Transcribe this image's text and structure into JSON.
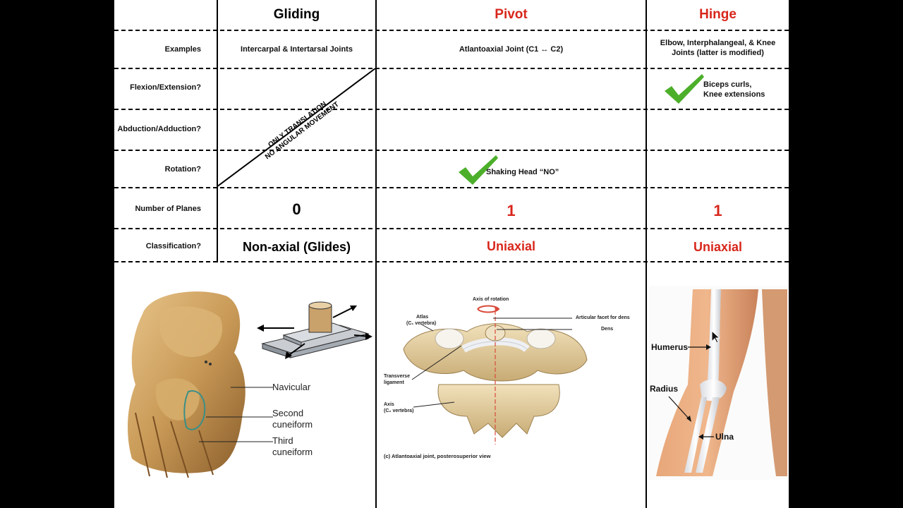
{
  "headers": {
    "gliding": "Gliding",
    "pivot": "Pivot",
    "hinge": "Hinge"
  },
  "row_labels": {
    "examples": "Examples",
    "flexion": "Flexion/Extension?",
    "abduction": "Abduction/Adduction?",
    "rotation": "Rotation?",
    "planes": "Number of Planes",
    "classification": "Classification?"
  },
  "examples": {
    "gliding": "Intercarpal & Intertarsal Joints",
    "pivot": "Atlantoaxial Joint (C1 ↔ C2)",
    "hinge_line1": "Elbow, Interphalangeal, & Knee",
    "hinge_line2": "Joints (latter is modified)"
  },
  "gliding_note": {
    "line1": "ONLY TRANSLATION",
    "line2": "NO ANGULAR MOVEMENT"
  },
  "hinge_flexion": {
    "line1": "Biceps curls,",
    "line2": "Knee extensions"
  },
  "pivot_rotation": "Shaking Head “NO”",
  "planes": {
    "gliding": "0",
    "pivot": "1",
    "hinge": "1"
  },
  "classification": {
    "gliding": "Non-axial (Glides)",
    "pivot": "Uniaxial",
    "hinge": "Uniaxial"
  },
  "foot_labels": {
    "navicular": "Navicular",
    "second1": "Second",
    "second2": "cuneiform",
    "third1": "Third",
    "third2": "cuneiform"
  },
  "atlas_labels": {
    "axis_rotation": "Axis of rotation",
    "atlas1": "Atlas",
    "atlas2": "(C₁ vertebra)",
    "facet": "Articular facet for dens",
    "dens": "Dens",
    "transverse1": "Transverse",
    "transverse2": "ligament",
    "axis1": "Axis",
    "axis2": "(C₂ vertebra)",
    "caption": "(c) Atlantoaxial joint, posterosuperior view"
  },
  "arm_labels": {
    "humerus": "Humerus",
    "radius": "Radius",
    "ulna": "Ulna"
  },
  "colors": {
    "accent_red": "#d8261b",
    "check_green": "#4caf2a"
  }
}
